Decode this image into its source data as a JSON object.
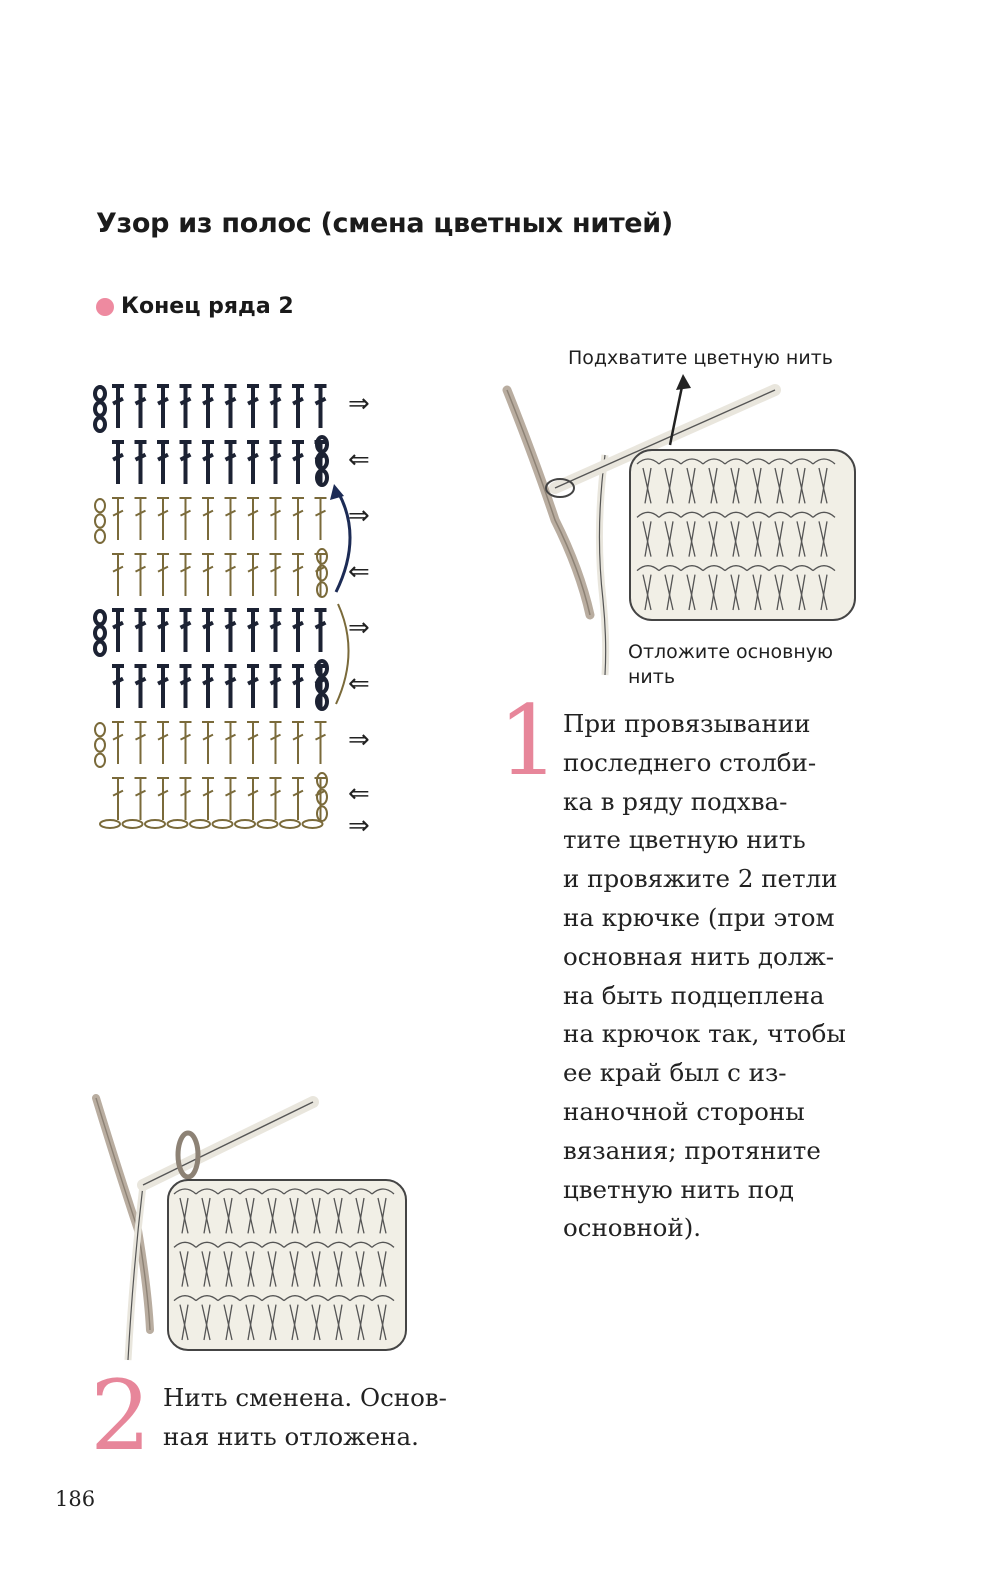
{
  "page": {
    "title": "Узор из полос (смена цветных нитей)",
    "subtitle": "Конец ряда 2",
    "page_number": "186",
    "colors": {
      "accent_pink": "#ee8aa0",
      "dark_yarn": "#1c2233",
      "olive_yarn": "#7a6a3a",
      "arrow_curve_blue": "#1c2b55"
    }
  },
  "diagram": {
    "row_arrows": [
      "⇒",
      "⇐",
      "⇒",
      "⇐",
      "⇒",
      "⇐",
      "⇒",
      "⇐",
      "⇒"
    ]
  },
  "step1": {
    "label_top": "Подхватите цветную нить",
    "label_bottom": "Отложите основную\nнить",
    "number": "1",
    "text": "При провязывании\nпоследнего столби-\nка в ряду подхва-\nтите цветную нить\nи провяжите 2 петли\nна крючке (при этом\nосновная нить долж-\nна быть подцеплена\nна крючок так, чтобы\nее край был с из-\nнаночной стороны\nвязания; протяните\nцветную нить под\nосновной)."
  },
  "step2": {
    "number": "2",
    "text": "Нить сменена. Основ-\nная нить отложена."
  }
}
